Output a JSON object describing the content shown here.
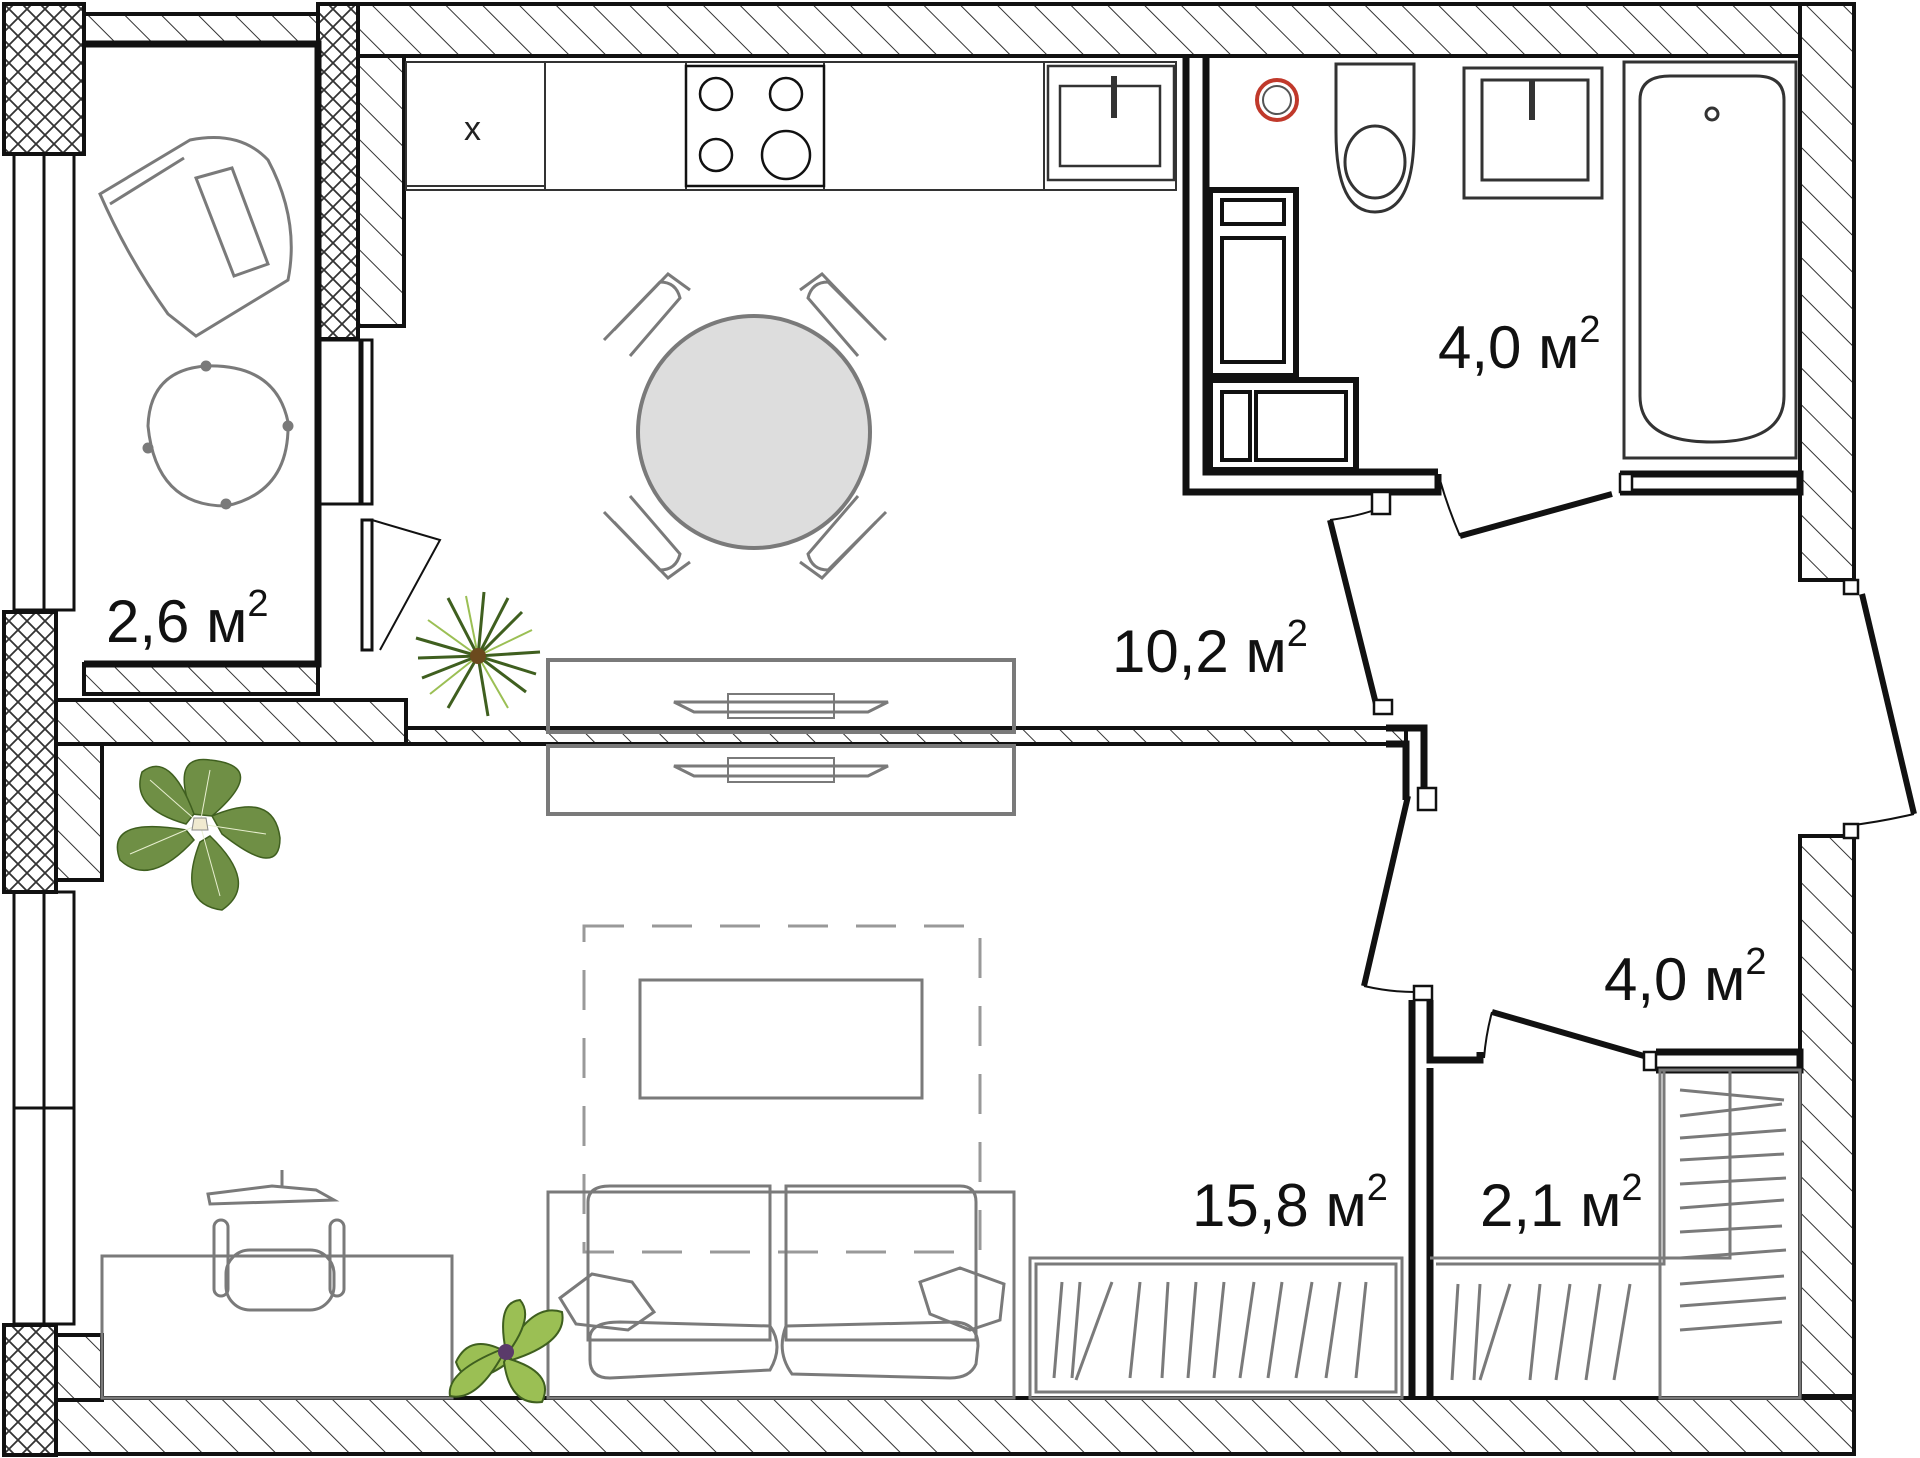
{
  "rooms": {
    "balcony": {
      "value": "2,6 м",
      "sup": "2"
    },
    "kitchen": {
      "value": "10,2 м",
      "sup": "2"
    },
    "bathroom": {
      "value": "4,0 м",
      "sup": "2"
    },
    "hall": {
      "value": "4,0 м",
      "sup": "2"
    },
    "living": {
      "value": "15,8 м",
      "sup": "2"
    },
    "closet": {
      "value": "2,1 м",
      "sup": "2"
    }
  },
  "fixtures": {
    "kitchen_cabinet_mark": "x"
  },
  "colors": {
    "wall": "#111111",
    "hatch": "#333333",
    "furniture": "#7a7a7a",
    "table_fill": "#dddddd",
    "riser": "#c0392b",
    "plant_dark": "#3f5f1f",
    "plant_light": "#9bbf54"
  }
}
